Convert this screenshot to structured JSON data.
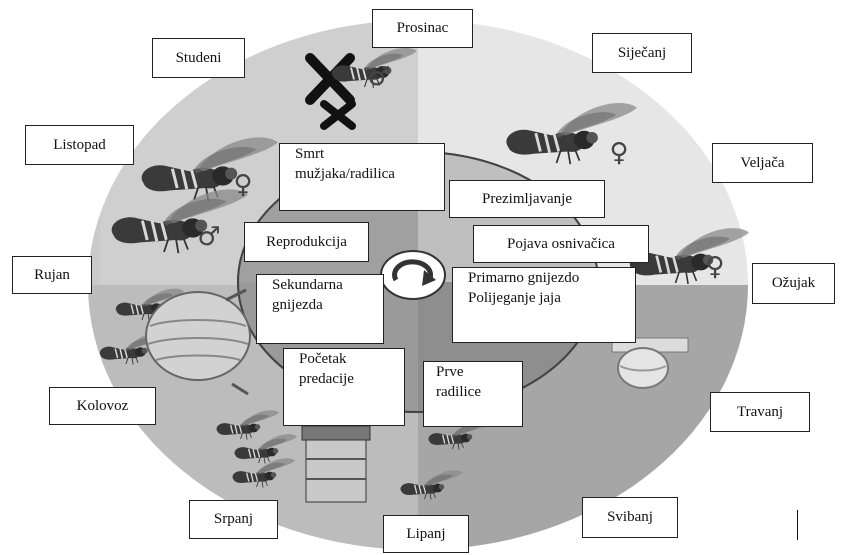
{
  "months": {
    "prosinac": "Prosinac",
    "studeni": "Studeni",
    "sijecanj": "Siječanj",
    "listopad": "Listopad",
    "veljaca": "Veljača",
    "rujan": "Rujan",
    "ozujak": "Ožujak",
    "kolovoz": "Kolovoz",
    "travanj": "Travanj",
    "srpanj": "Srpanj",
    "lipanj": "Lipanj",
    "svibanj": "Svibanj"
  },
  "phases": {
    "smrt_line1": "Smrt",
    "smrt_line2": "mužjaka/radilica",
    "prezimljavanje": "Prezimljavanje",
    "reprodukcija": "Reprodukcija",
    "pojava": "Pojava osnivačica",
    "sekundarna_line1": "Sekundarna",
    "sekundarna_line2": "gnijezda",
    "primarno_line1": "Primarno gnijezdo",
    "primarno_line2": "Polijeganje jaja",
    "pocetak_line1": "Početak",
    "pocetak_line2": "predacije",
    "prve_line1": "Prve",
    "prve_line2": "radilice"
  },
  "symbols": {
    "male": "♂",
    "female": "♀"
  },
  "colors": {
    "winter_quadrant": "#e6e6e6",
    "spring_quadrant": "#a4a4a4",
    "summer_quadrant": "#bdbdbd",
    "autumn_quadrant": "#c9c9c9"
  },
  "icons": [
    "cycle-arrow-icon",
    "cross-icon",
    "hornet-icon",
    "nest-icon",
    "beehive-icon"
  ]
}
